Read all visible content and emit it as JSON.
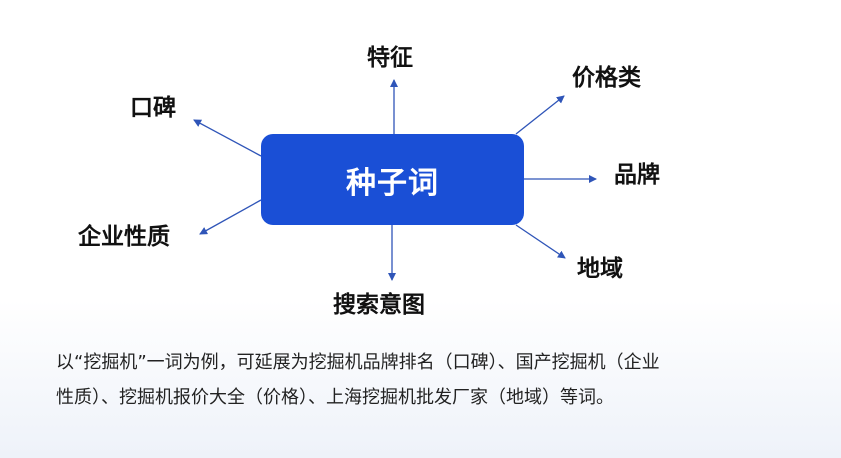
{
  "colors": {
    "center_fill": "#1a4fd6",
    "arrow": "#2f55b8",
    "label_text": "#111111",
    "caption_text": "#222222"
  },
  "center": {
    "label": "种子词"
  },
  "branches": {
    "top": "特征",
    "top_right": "价格类",
    "right": "品牌",
    "bottom_right": "地域",
    "bottom": "搜索意图",
    "bottom_left": "企业性质",
    "top_left": "口碑"
  },
  "caption": {
    "line1": "以“挖掘机”一词为例，可延展为挖掘机品牌排名（口碑）、国产挖掘机（企业",
    "line2": "性质）、挖掘机报价大全（价格）、上海挖掘机批发厂家（地域）等词。"
  }
}
